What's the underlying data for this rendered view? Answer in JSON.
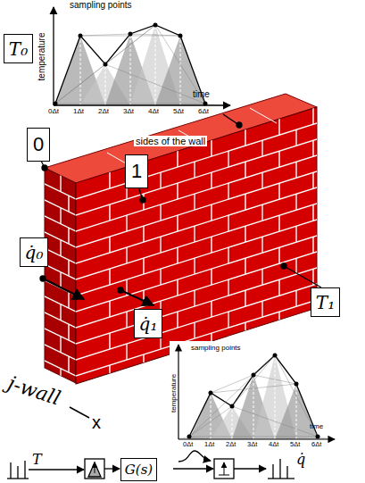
{
  "diagram": {
    "nodes": [
      {
        "text": [
          "T₀"
        ]
      },
      {
        "text": [
          "0"
        ]
      },
      {
        "text": [
          "1"
        ]
      },
      {
        "text": [
          "q̇₀"
        ]
      },
      {
        "text": [
          "q̇₁"
        ]
      },
      {
        "text": [
          "T₁"
        ]
      },
      {
        "text": [
          "G(s)"
        ]
      }
    ],
    "labels": [
      "sampling points",
      "temperature",
      "time",
      "0Δt",
      "1Δt",
      "2Δt",
      "3Δt",
      "4Δt",
      "5Δt",
      "6Δt",
      "sides of the wall",
      "sampling points",
      "temperature",
      "time",
      "0Δt",
      "1Δt",
      "2Δt",
      "3Δt",
      "4Δt",
      "5Δt",
      "6Δt",
      "j-wall",
      "x",
      "T",
      "q̇"
    ]
  }
}
